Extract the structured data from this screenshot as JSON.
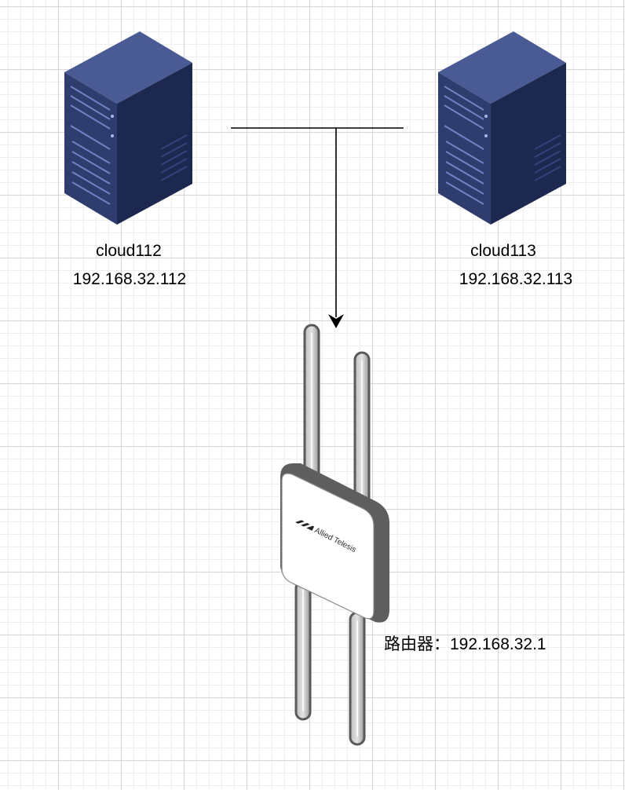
{
  "nodes": {
    "server_left": {
      "icon": "server-tower-icon",
      "name": "cloud112",
      "ip": "192.168.32.112"
    },
    "server_right": {
      "icon": "server-tower-icon",
      "name": "cloud113",
      "ip": "192.168.32.113"
    },
    "router": {
      "icon": "wireless-access-point-icon",
      "brand": "Allied Telesis",
      "label": "路由器：192.168.32.1"
    }
  },
  "edges": [
    {
      "from": "server_left",
      "to": "router",
      "arrow": "router"
    },
    {
      "from": "server_right",
      "to": "router",
      "arrow": "router"
    }
  ],
  "colors": {
    "server_front": "#2f3d6e",
    "server_side": "#1d2850",
    "server_top": "#4a5a94",
    "device_body": "#ffffff",
    "device_frame": "#6a6a6a",
    "connector": "#000000",
    "grid": "#d6d6d6"
  }
}
